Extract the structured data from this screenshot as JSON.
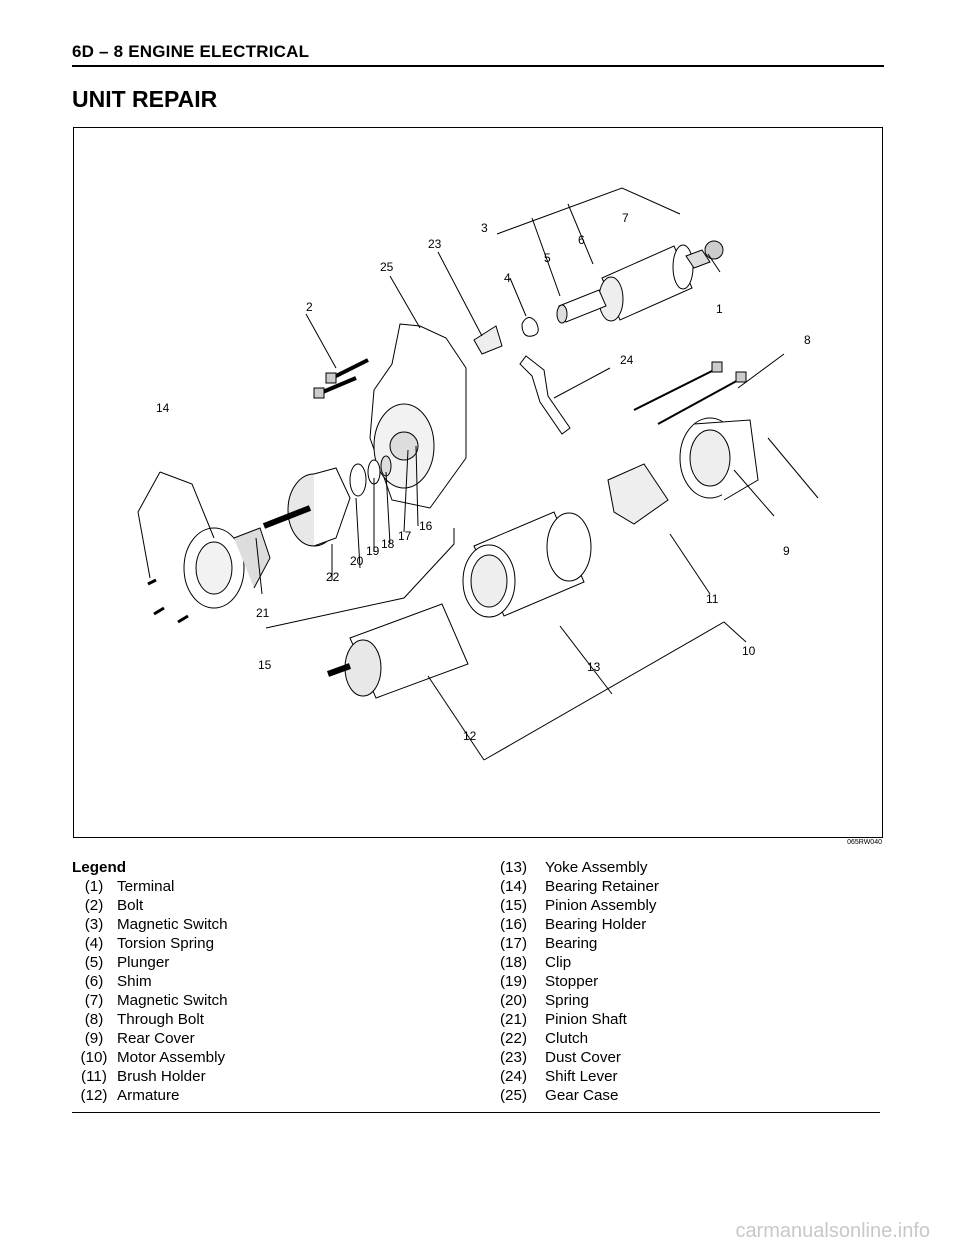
{
  "header": {
    "section": "6D – 8  ENGINE ELECTRICAL"
  },
  "page_title": "UNIT REPAIR",
  "figure": {
    "code": "065RW040",
    "callouts": [
      {
        "label": "1"
      },
      {
        "label": "2"
      },
      {
        "label": "3"
      },
      {
        "label": "4"
      },
      {
        "label": "5"
      },
      {
        "label": "6"
      },
      {
        "label": "7"
      },
      {
        "label": "8"
      },
      {
        "label": "9"
      },
      {
        "label": "10"
      },
      {
        "label": "11"
      },
      {
        "label": "12"
      },
      {
        "label": "13"
      },
      {
        "label": "14"
      },
      {
        "label": "15"
      },
      {
        "label": "16"
      },
      {
        "label": "17"
      },
      {
        "label": "18"
      },
      {
        "label": "19"
      },
      {
        "label": "20"
      },
      {
        "label": "21"
      },
      {
        "label": "22"
      },
      {
        "label": "23"
      },
      {
        "label": "24"
      },
      {
        "label": "25"
      }
    ]
  },
  "legend": {
    "title": "Legend",
    "left": [
      {
        "num": "(1)",
        "text": "Terminal"
      },
      {
        "num": "(2)",
        "text": "Bolt"
      },
      {
        "num": "(3)",
        "text": "Magnetic Switch"
      },
      {
        "num": "(4)",
        "text": "Torsion Spring"
      },
      {
        "num": "(5)",
        "text": "Plunger"
      },
      {
        "num": "(6)",
        "text": "Shim"
      },
      {
        "num": "(7)",
        "text": "Magnetic Switch"
      },
      {
        "num": "(8)",
        "text": "Through Bolt"
      },
      {
        "num": "(9)",
        "text": "Rear Cover"
      },
      {
        "num": "(10)",
        "text": "Motor Assembly"
      },
      {
        "num": "(11)",
        "text": "Brush Holder"
      },
      {
        "num": "(12)",
        "text": "Armature"
      }
    ],
    "right": [
      {
        "num": "(13)",
        "text": "Yoke Assembly"
      },
      {
        "num": "(14)",
        "text": "Bearing Retainer"
      },
      {
        "num": "(15)",
        "text": "Pinion Assembly"
      },
      {
        "num": "(16)",
        "text": "Bearing Holder"
      },
      {
        "num": "(17)",
        "text": "Bearing"
      },
      {
        "num": "(18)",
        "text": "Clip"
      },
      {
        "num": "(19)",
        "text": "Stopper"
      },
      {
        "num": "(20)",
        "text": "Spring"
      },
      {
        "num": "(21)",
        "text": "Pinion Shaft"
      },
      {
        "num": "(22)",
        "text": "Clutch"
      },
      {
        "num": "(23)",
        "text": "Dust Cover"
      },
      {
        "num": "(24)",
        "text": "Shift Lever"
      },
      {
        "num": "(25)",
        "text": "Gear Case"
      }
    ]
  },
  "watermark": "carmanualsonline.info"
}
